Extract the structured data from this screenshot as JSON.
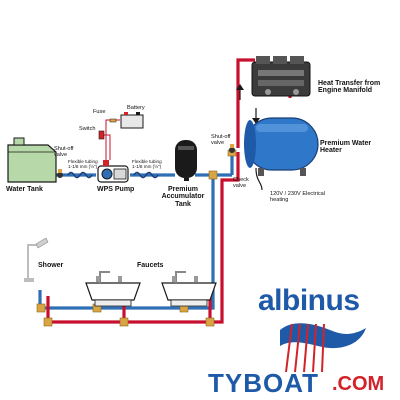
{
  "labels": {
    "water_tank": "Water Tank",
    "shutoff_valve_left": "Shut-off valve",
    "flexible_tubing_1": "Flexible tubing 1-1/8 mm (½\")",
    "flexible_tubing_2": "Flexible tubing 1-1/8 mm (½\")",
    "fuse": "Fuse",
    "battery": "Battery",
    "switch": "Switch",
    "wps_pump": "WPS Pump",
    "premium_accumulator_tank": "Premium Accumulator Tank",
    "shutoff_valve_right": "Shut-off valve",
    "check_valve": "Check valve",
    "heat_transfer": "Heat Transfer from Engine Manifold",
    "premium_water_heater": "Premium Water Heater",
    "electrical_heating": "120V / 230V Electrical heating",
    "shower": "Shower",
    "faucets": "Faucets"
  },
  "logo": {
    "brand": "albinus",
    "site": "TYBOAT",
    "tld": ".COM"
  },
  "colors": {
    "cold_pipe": "#2f6fb5",
    "hot_pipe": "#c8102e",
    "tank": "#b7d8a8",
    "heater": "#2e77c9",
    "brand_blue": "#1f5aa8",
    "brand_red": "#d2232a",
    "valve": "#d9a441"
  }
}
